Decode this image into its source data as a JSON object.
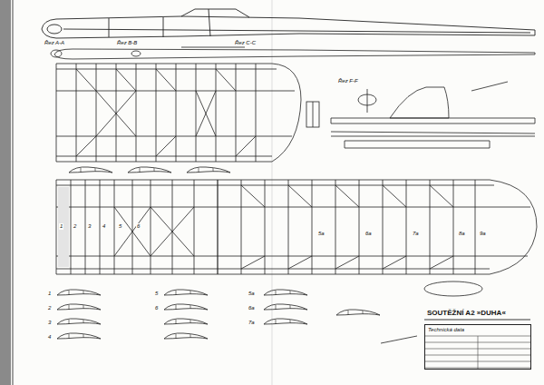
{
  "diagram": {
    "title": "SOUTĚŽNÍ A2 »DUHA«",
    "nodes": [
      {
        "text": [
          "Technická data"
        ]
      }
    ],
    "labels": [
      "Řez A-A",
      "Řez B-B",
      "Řez C-C",
      "Řez F-F",
      "1",
      "2",
      "3",
      "4",
      "5",
      "6",
      "5a",
      "6a",
      "7a",
      "8a",
      "9a",
      "1",
      "2",
      "3",
      "4",
      "5",
      "6",
      "5a",
      "6a",
      "7a"
    ]
  }
}
